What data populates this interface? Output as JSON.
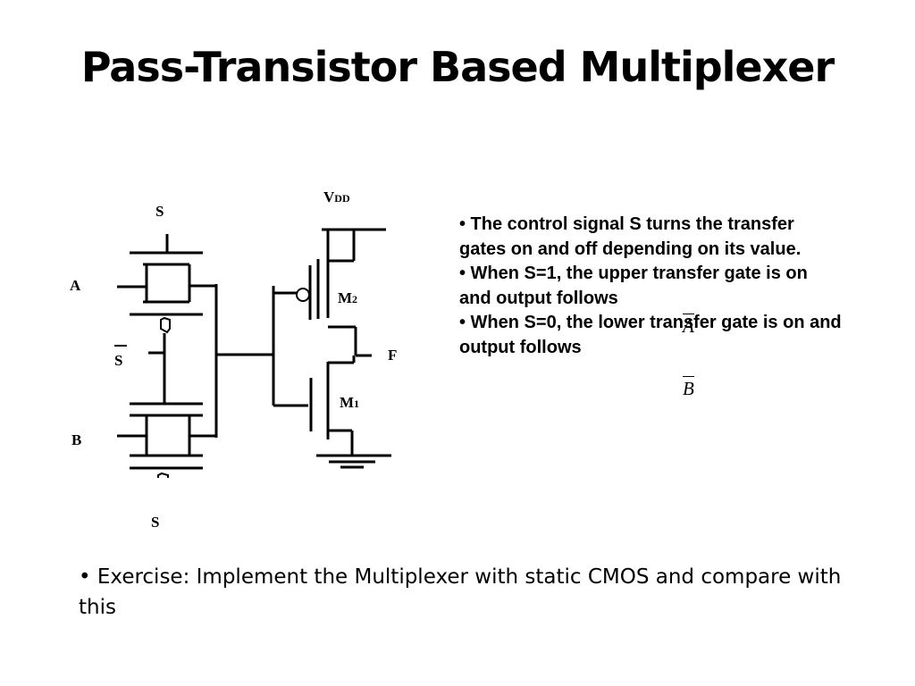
{
  "slide": {
    "title": "Pass-Transistor Based Multiplexer"
  },
  "diagram": {
    "labels": {
      "s_top": "S",
      "input_a": "A",
      "s_bar": "S",
      "input_b": "B",
      "s_bottom": "S",
      "vdd_main": "V",
      "vdd_sub": "DD",
      "m2_main": "M",
      "m2_sub": "2",
      "m1_main": "M",
      "m1_sub": "1",
      "output_f": "F"
    }
  },
  "bullets": {
    "item1": "• The control signal S turns the transfer gates on and off depending on its value.",
    "item2": "• When S=1, the upper transfer gate is on and output follows",
    "item3": "• When S=0, the lower transfer gate is on and output follows",
    "math_a": "A",
    "math_b": "B"
  },
  "exercise": {
    "text": "• Exercise: Implement the Multiplexer with static CMOS and compare with this"
  }
}
